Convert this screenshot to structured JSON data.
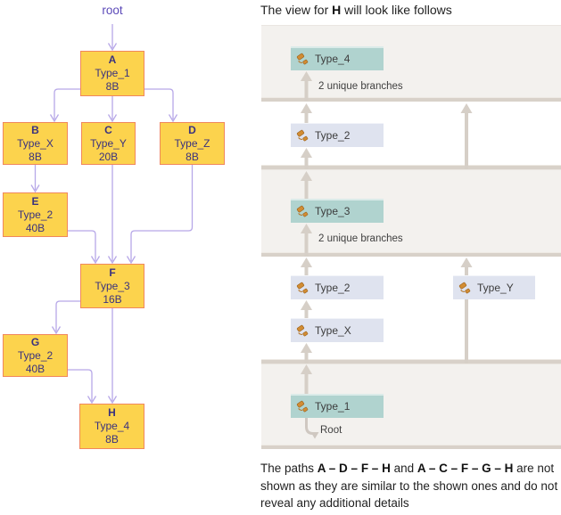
{
  "left_tree": {
    "root_label": "root",
    "nodes": [
      {
        "letter": "A",
        "type": "Type_1",
        "size": "8B"
      },
      {
        "letter": "B",
        "type": "Type_X",
        "size": "8B"
      },
      {
        "letter": "C",
        "type": "Type_Y",
        "size": "20B"
      },
      {
        "letter": "D",
        "type": "Type_Z",
        "size": "8B"
      },
      {
        "letter": "E",
        "type": "Type_2",
        "size": "40B"
      },
      {
        "letter": "F",
        "type": "Type_3",
        "size": "16B"
      },
      {
        "letter": "G",
        "type": "Type_2",
        "size": "40B"
      },
      {
        "letter": "H",
        "type": "Type_4",
        "size": "8B"
      }
    ],
    "edges": [
      "root-A",
      "A-B",
      "A-C",
      "A-D",
      "B-E",
      "E-F",
      "C-F",
      "D-F",
      "F-G",
      "F-H",
      "G-H"
    ]
  },
  "right_panel": {
    "title": {
      "prefix": "The view for ",
      "target": "H",
      "suffix": " will look like follows"
    },
    "rows": [
      {
        "label": "Type_4",
        "style": "highlight",
        "note": "2 unique branches"
      },
      {
        "label": "Type_2",
        "style": "normal"
      },
      {
        "label": "Type_3",
        "style": "highlight",
        "note": "2 unique branches"
      },
      {
        "label": "Type_2",
        "style": "normal"
      },
      {
        "label": "Type_Y",
        "style": "normal"
      },
      {
        "label": "Type_X",
        "style": "normal"
      },
      {
        "label": "Type_1",
        "style": "highlight",
        "note": "Root"
      }
    ]
  },
  "footer": {
    "prefix": "The paths ",
    "path1": "A – D – F – H",
    "mid": " and ",
    "path2": "A – C – F – G – H",
    "rest": " are not shown as they are similar to the shown ones and do not reveal any additional details"
  },
  "icons": {
    "type_icon": {
      "name": "type-icon",
      "glyph": "two-tilted-rounded-squares-with-curved-arrow",
      "color": "#d28c33"
    }
  },
  "colors": {
    "tree_node_fill": "#fcd34d",
    "tree_node_border": "#f0875d",
    "tree_text": "#3a327e",
    "tree_root_text": "#5b49b8",
    "tree_arrow": "#b7a8e8",
    "band_gray": "#f3f1ee",
    "band_white": "#ffffff",
    "separator": "#d8d1c9",
    "flow_arrow": "#d6cfc7",
    "box_teal": "#b0d3cf",
    "box_lavender": "#dfe3ef"
  }
}
